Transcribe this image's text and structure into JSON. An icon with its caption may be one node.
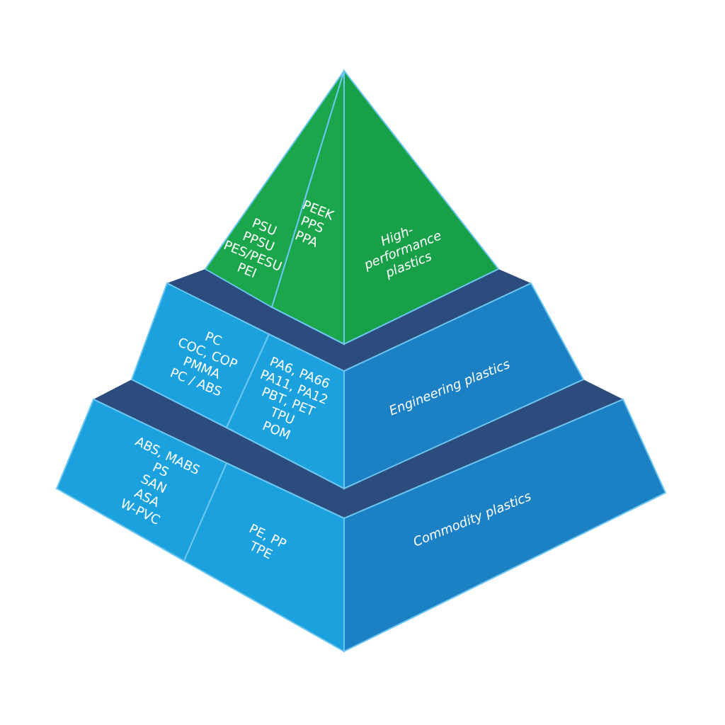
{
  "diagram": {
    "nodes": [
      {
        "text": [
          "High-performance plastics"
        ]
      },
      {
        "text": [
          "PSU",
          "PPSU",
          "PES/PESU",
          "PEI"
        ]
      },
      {
        "text": [
          "PEEK",
          "PPS",
          "PPA"
        ]
      },
      {
        "text": [
          "Engineering plastics"
        ]
      },
      {
        "text": [
          "PC",
          "COC, COP",
          "PMMA",
          "PC / ABS"
        ]
      },
      {
        "text": [
          "PA6, PA66",
          "PA11, PA12",
          "PBT, PET",
          "TPU",
          "POM"
        ]
      },
      {
        "text": [
          "Commodity plastics"
        ]
      },
      {
        "text": [
          "ABS, MABS",
          "PS",
          "SAN",
          "ASA",
          "W-PVC"
        ]
      },
      {
        "text": [
          "PE, PP",
          "TPE"
        ]
      }
    ]
  }
}
